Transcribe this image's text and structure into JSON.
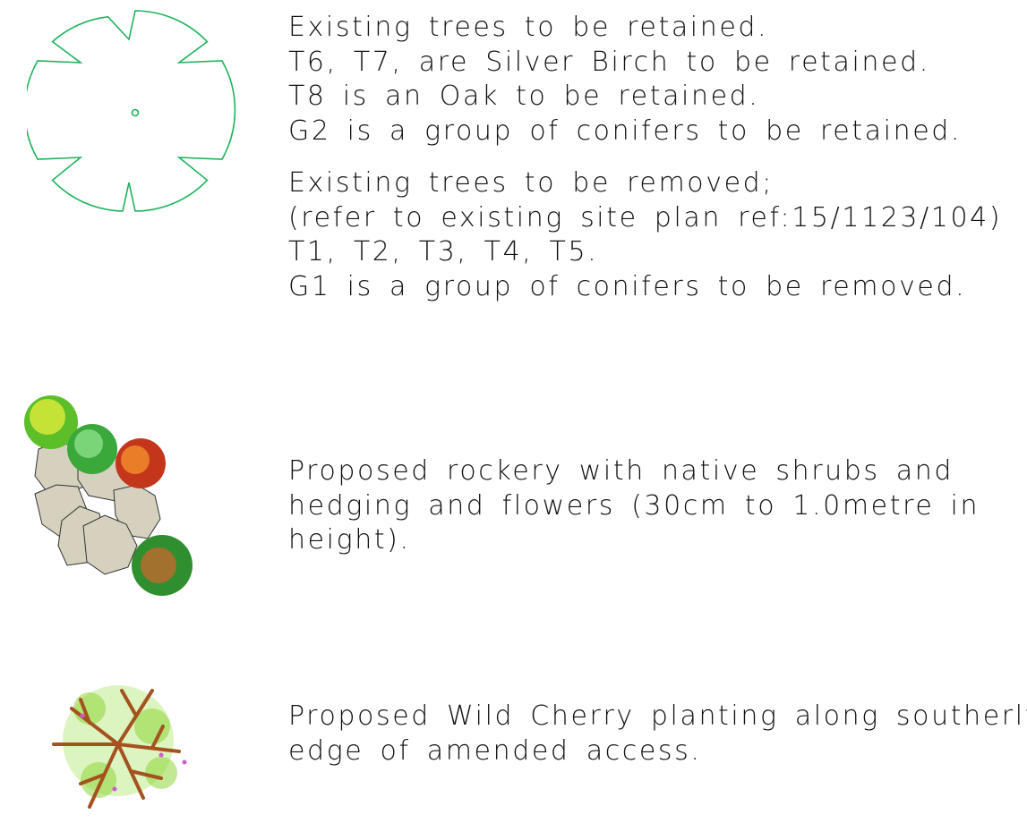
{
  "legend": {
    "retained_trees": {
      "symbol_color": "#1db35a",
      "lines": [
        "Existing trees to be retained.",
        "T6, T7,  are Silver Birch to be retained.",
        "T8 is an Oak to be retained.",
        "G2 is a group of conifers to be retained."
      ],
      "removed_lines": [
        "Existing trees to be removed;",
        "(refer to existing site plan ref:15/1123/104)",
        "T1, T2, T3, T4, T5.",
        "G1 is a group of conifers to be removed."
      ]
    },
    "rockery": {
      "lines": [
        "Proposed rockery with native shrubs and",
        "hedging and flowers (30cm to 1.0metre in",
        "height)."
      ]
    },
    "wild_cherry": {
      "lines": [
        "Proposed Wild Cherry planting along southerly",
        "edge of amended access."
      ]
    }
  }
}
